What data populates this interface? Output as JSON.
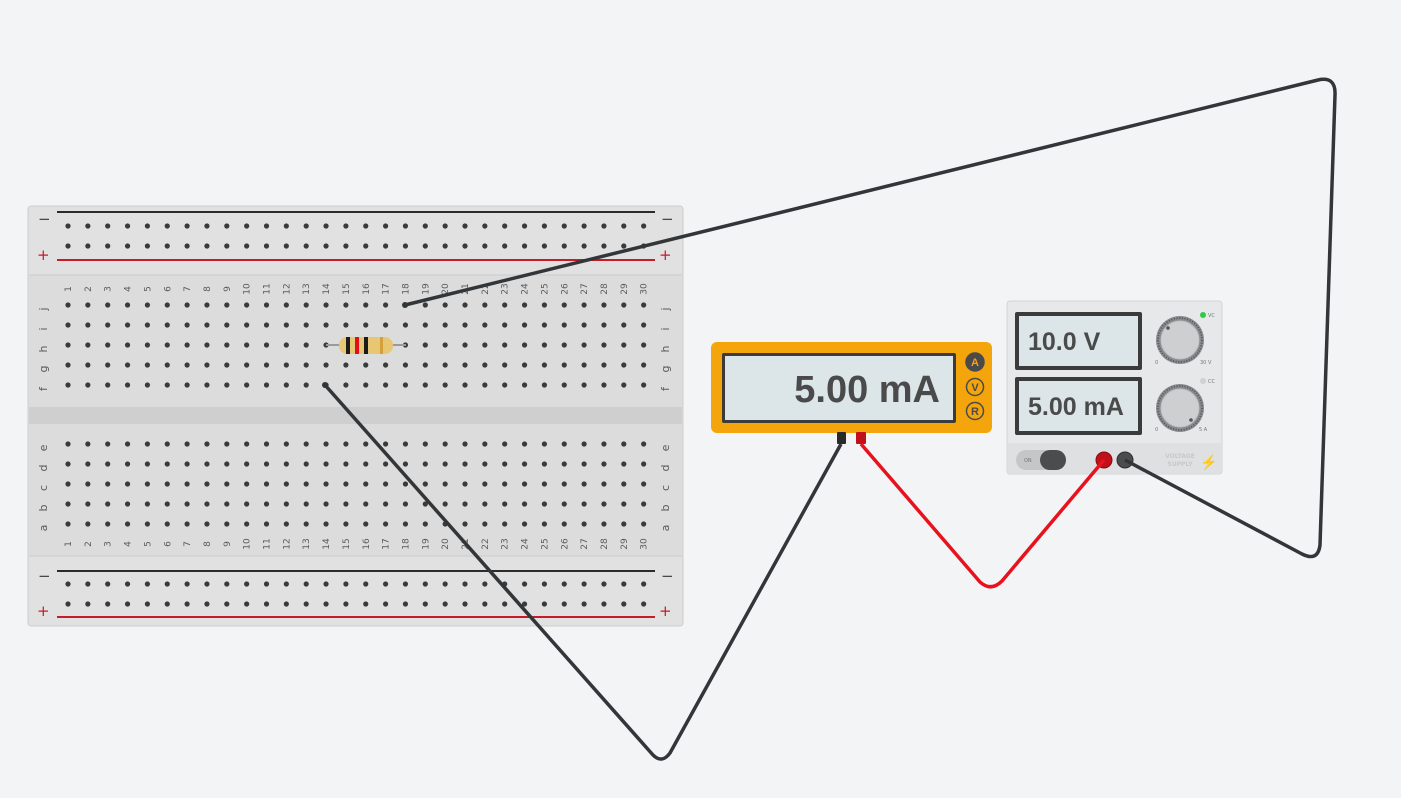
{
  "breadboard": {
    "columns": [
      "1",
      "2",
      "3",
      "4",
      "5",
      "6",
      "7",
      "8",
      "9",
      "10",
      "11",
      "12",
      "13",
      "14",
      "15",
      "16",
      "17",
      "18",
      "19",
      "20",
      "21",
      "22",
      "23",
      "24",
      "25",
      "26",
      "27",
      "28",
      "29",
      "30"
    ],
    "top_rows": [
      "j",
      "i",
      "h",
      "g",
      "f"
    ],
    "bottom_rows": [
      "e",
      "d",
      "c",
      "b",
      "a"
    ],
    "rail_minus": "−",
    "rail_plus": "+"
  },
  "resistor": {
    "bands": [
      "#1b1b1b",
      "#e10f1c",
      "#1b1b1b",
      "#d4a03a"
    ],
    "body_color": "#e8c774"
  },
  "multimeter": {
    "reading": "5.00 mA",
    "buttons": [
      {
        "label": "A",
        "active": true
      },
      {
        "label": "V",
        "active": false
      },
      {
        "label": "R",
        "active": false
      }
    ],
    "body_color": "#f5a50c"
  },
  "power_supply": {
    "voltage_display": "10.0 V",
    "current_display": "5.00 mA",
    "vc_label": "VC",
    "cc_label": "CC",
    "voltage_knob_min": "0",
    "voltage_knob_max": "30 V",
    "current_knob_min": "0",
    "current_knob_max": "5 A",
    "power_label": "ON",
    "brand_line1": "VOLTAGE",
    "brand_line2": "SUPPLY",
    "vc_indicator_color": "#2ecc40"
  },
  "wires": {
    "black_color": "#333638",
    "red_color": "#e8121e"
  }
}
